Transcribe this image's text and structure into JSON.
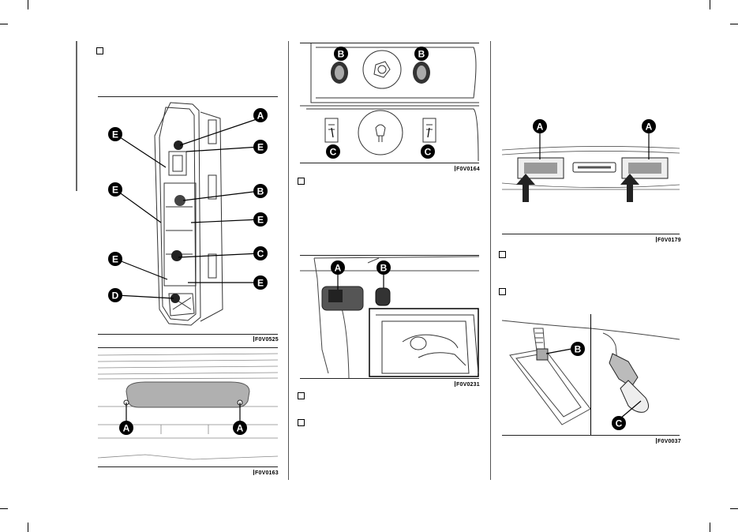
{
  "figures": {
    "tail_lamp": {
      "code": "F0V0525",
      "labels": [
        "A",
        "B",
        "C",
        "D",
        "E"
      ]
    },
    "third_brake_light": {
      "code": "F0V0163",
      "labels": [
        "A"
      ]
    },
    "tailgate_access": {
      "code": "F0V0164",
      "labels": [
        "B",
        "C"
      ]
    },
    "tailgate_lamp": {
      "code": "F0V0231",
      "labels": [
        "A",
        "B"
      ]
    },
    "plate_lights": {
      "code": "F0V0179",
      "labels": [
        "A"
      ]
    },
    "plate_bulb": {
      "code": "F0V0037",
      "labels": [
        "B",
        "C"
      ]
    }
  },
  "colors": {
    "callout_fill": "#000000",
    "callout_text": "#ffffff",
    "line": "#222222"
  }
}
